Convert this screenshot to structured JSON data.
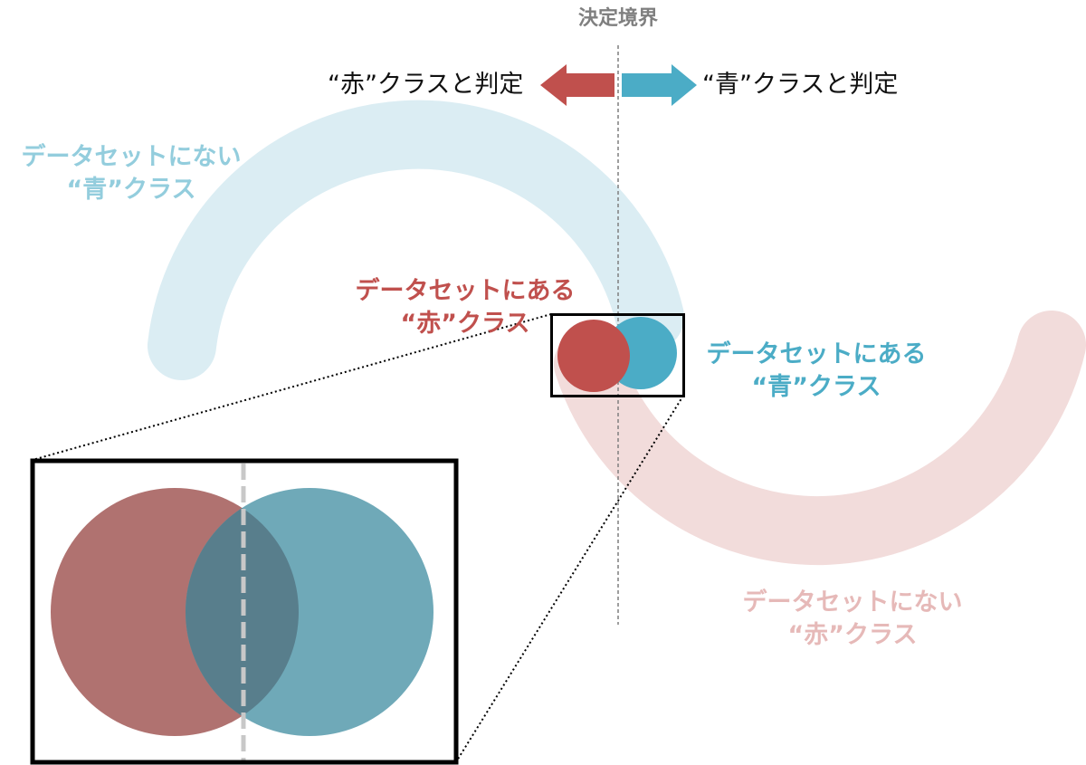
{
  "boundary": {
    "title": "決定境界",
    "left_decision": "“赤”クラスと判定",
    "right_decision": "“青”クラスと判定"
  },
  "labels": {
    "blue_outside": [
      "データセットにない",
      "“青”クラス"
    ],
    "red_inside": [
      "データセットにある",
      "“赤”クラス"
    ],
    "blue_inside": [
      "データセットにある",
      "“青”クラス"
    ],
    "red_outside": [
      "データセットにない",
      "“赤”クラス"
    ]
  },
  "colors": {
    "red": "#c0504d",
    "blue": "#4bacc6",
    "red_faint": "#f2dcdb",
    "blue_faint": "#dbedf3",
    "red_zoom": "#b07270",
    "blue_zoom": "#6fa9b8",
    "overlap_zoom": "#587e8c",
    "boundary_title": "#7f7f7f",
    "blue_outside_text": "#93cddd",
    "red_outside_text": "#e6b9b8"
  }
}
